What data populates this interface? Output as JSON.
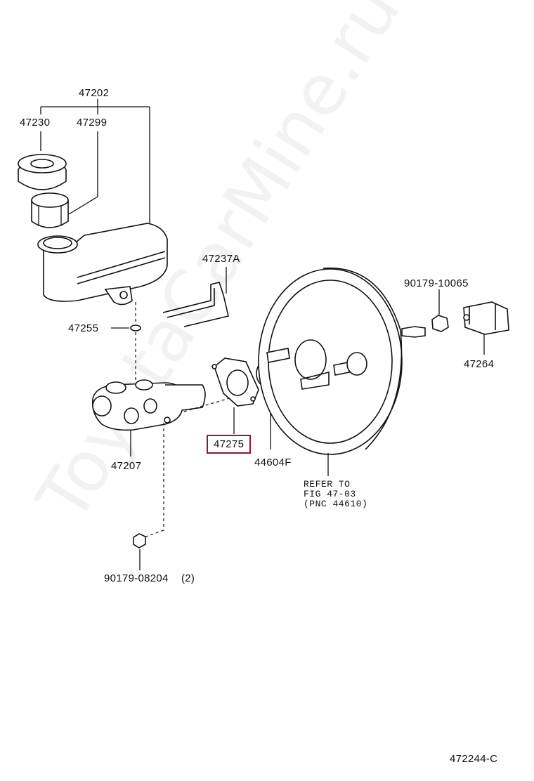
{
  "watermark": "ToyotaCarMine.ru",
  "labels": {
    "p47202": "47202",
    "p47230": "47230",
    "p47299": "47299",
    "p47237A": "47237A",
    "p47255": "47255",
    "p90179_10065": "90179-10065",
    "p47264": "47264",
    "p47207": "47207",
    "p47275": "47275",
    "p44604F": "44604F",
    "refer_line1": "REFER TO",
    "refer_line2": "FIG 47-03",
    "refer_line3": "(PNC 44610)",
    "p90179_08204": "90179-08204",
    "qty_08204": "(2)",
    "figure_id": "472244-C"
  },
  "highlight_color": "#8b1a35"
}
